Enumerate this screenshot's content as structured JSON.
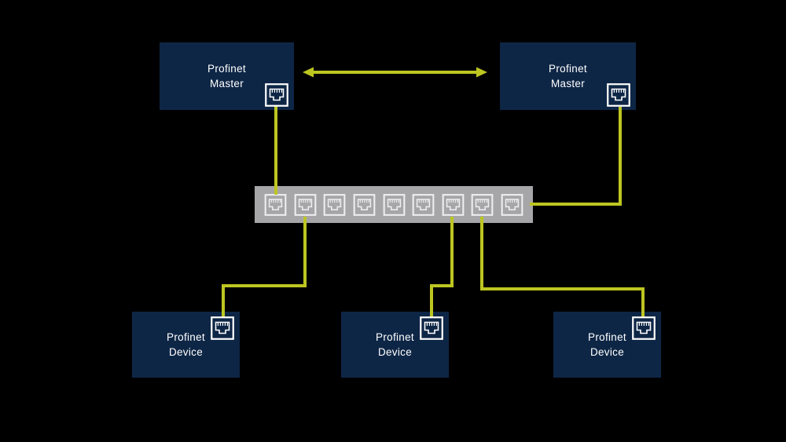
{
  "title": "Profinet network topology diagram",
  "colors": {
    "background": "#000000",
    "node_fill": "#0e2646",
    "node_text": "#ffffff",
    "cable": "#bdc621",
    "switch_fill": "#a6a6a8",
    "switch_port": "#efeff1"
  },
  "nodes": {
    "master_left": {
      "label": "Profinet\nMaster"
    },
    "master_right": {
      "label": "Profinet\nMaster"
    },
    "device_1": {
      "label": "Profinet\nDevice"
    },
    "device_2": {
      "label": "Profinet\nDevice"
    },
    "device_3": {
      "label": "Profinet\nDevice"
    }
  },
  "switch": {
    "port_count": 9
  },
  "icons": {
    "ethernet_port": "rj45-jack",
    "link_between_masters": "double-headed-arrow"
  }
}
